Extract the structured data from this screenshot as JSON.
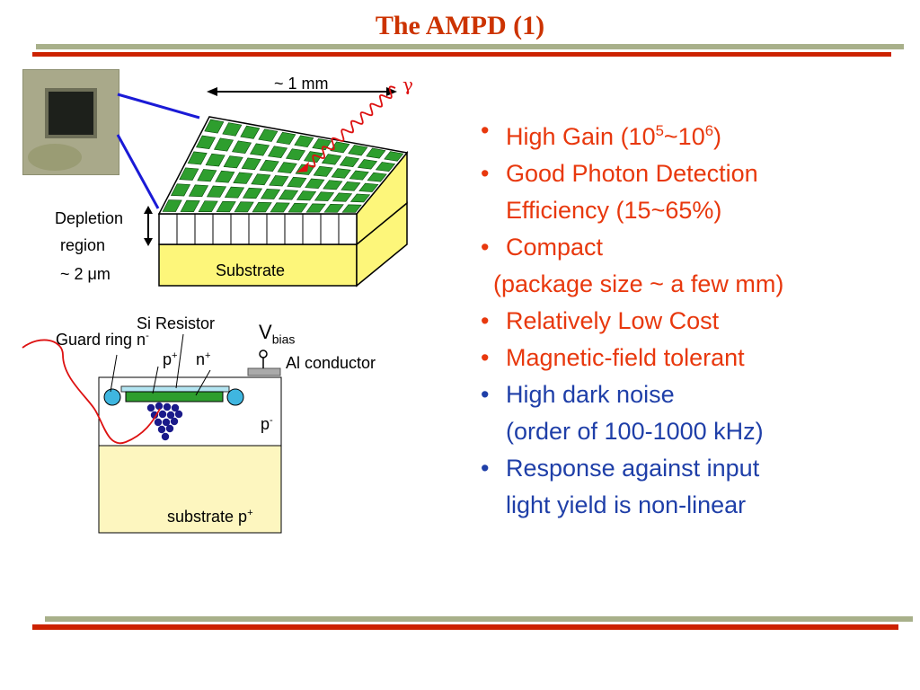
{
  "slide": {
    "title": "The AMPD (1)"
  },
  "figure": {
    "scale_label": "~ 1 mm",
    "gamma_symbol": "γ",
    "depletion_label": "Depletion",
    "region_label": "region",
    "depth_label": "~ 2 μm",
    "substrate_label": "Substrate",
    "si_resistor_label": "Si Resistor",
    "vbias_main": "V",
    "vbias_sub": "bias",
    "guard_ring_label": "Guard ring n",
    "guard_ring_sup": "-",
    "p_plus_main": "p",
    "p_plus_sup": "+",
    "n_plus_main": "n",
    "n_plus_sup": "+",
    "al_conductor_label": "Al conductor",
    "p_minus_main": "p",
    "p_minus_sup": "-",
    "substrate_pplus_main": "substrate p",
    "substrate_pplus_sup": "+"
  },
  "bullets": [
    {
      "pre": "High Gain (10",
      "sup1": "5",
      "mid": "~10",
      "sup2": "6",
      "post": ")"
    },
    {
      "line1": "Good Photon Detection",
      "line2": "Efficiency (15~65%)"
    },
    {
      "line1": "Compact",
      "line2": "(package size ~ a few mm)"
    },
    {
      "text": "Relatively Low Cost"
    },
    {
      "text": "Magnetic-field tolerant"
    },
    {
      "line1": "High dark noise",
      "line2": "(order of 100-1000 kHz)"
    },
    {
      "line1": "Response against input",
      "line2": "light yield is non-linear"
    }
  ],
  "colors": {
    "title": "#cc3300",
    "orange_text": "#e8380d",
    "blue_text": "#1f3fa8",
    "pixel_green": "#2e9e2e",
    "substrate_yellow": "#fdf67a",
    "bar_green": "#a8b08a",
    "bar_red": "#cc2200"
  },
  "icons": {
    "photon": "wavy-line-arrow",
    "bullet": "dot"
  }
}
